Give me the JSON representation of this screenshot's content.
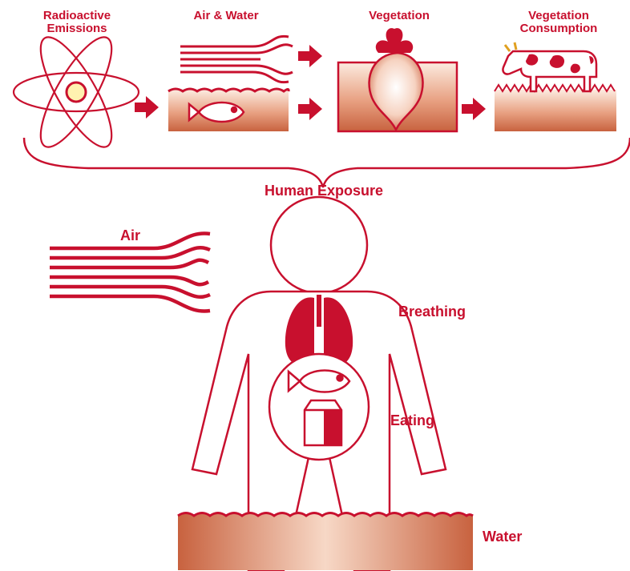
{
  "colors": {
    "accent": "#c8102e",
    "gradient_light": "#fbe3d6",
    "gradient_dark": "#c8623f"
  },
  "labels": {
    "radioactive_line1": "Radioactive",
    "radioactive_line2": "Emissions",
    "air_water": "Air & Water",
    "vegetation": "Vegetation",
    "veg_consumption_line1": "Vegetation",
    "veg_consumption_line2": "Consumption",
    "human_exposure": "Human Exposure",
    "air": "Air",
    "breathing": "Breathing",
    "eating": "Eating",
    "water": "Water"
  },
  "icons": [
    "atom-icon",
    "wind-icon",
    "fish-icon",
    "beet-icon",
    "cow-icon",
    "lungs-icon",
    "milk-carton-icon",
    "arrow-icon"
  ]
}
